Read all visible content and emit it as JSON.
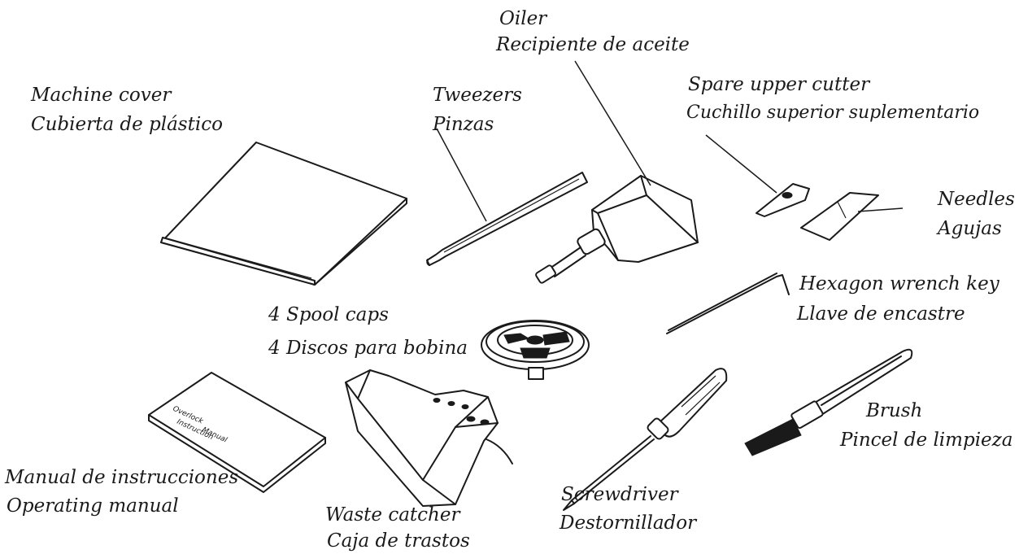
{
  "labels": {
    "oiler": {
      "en": "Oiler",
      "es": "Recipiente de aceite"
    },
    "machine_cover": {
      "en": "Machine cover",
      "es": "Cubierta de plástico"
    },
    "tweezers": {
      "en": "Tweezers",
      "es": "Pinzas"
    },
    "spare_cutter": {
      "en": "Spare upper cutter",
      "es": "Cuchillo superior suplementario"
    },
    "needles": {
      "en": "Needles",
      "es": "Agujas"
    },
    "hex_key": {
      "en": "Hexagon wrench key",
      "es": "Llave de encastre"
    },
    "spool_caps": {
      "en": "4 Spool caps",
      "es": "4 Discos para bobina"
    },
    "brush": {
      "en": "Brush",
      "es": "Pincel de limpieza"
    },
    "manual": {
      "en": "Operating manual",
      "es": "Manual de instrucciones"
    },
    "waste_catcher": {
      "en": "Waste catcher",
      "es": "Caja de trastos"
    },
    "screwdriver": {
      "en": "Screwdriver",
      "es": "Destornillador"
    }
  },
  "manual_cover_text": [
    "Overlock",
    "Instruction",
    "Manual"
  ]
}
